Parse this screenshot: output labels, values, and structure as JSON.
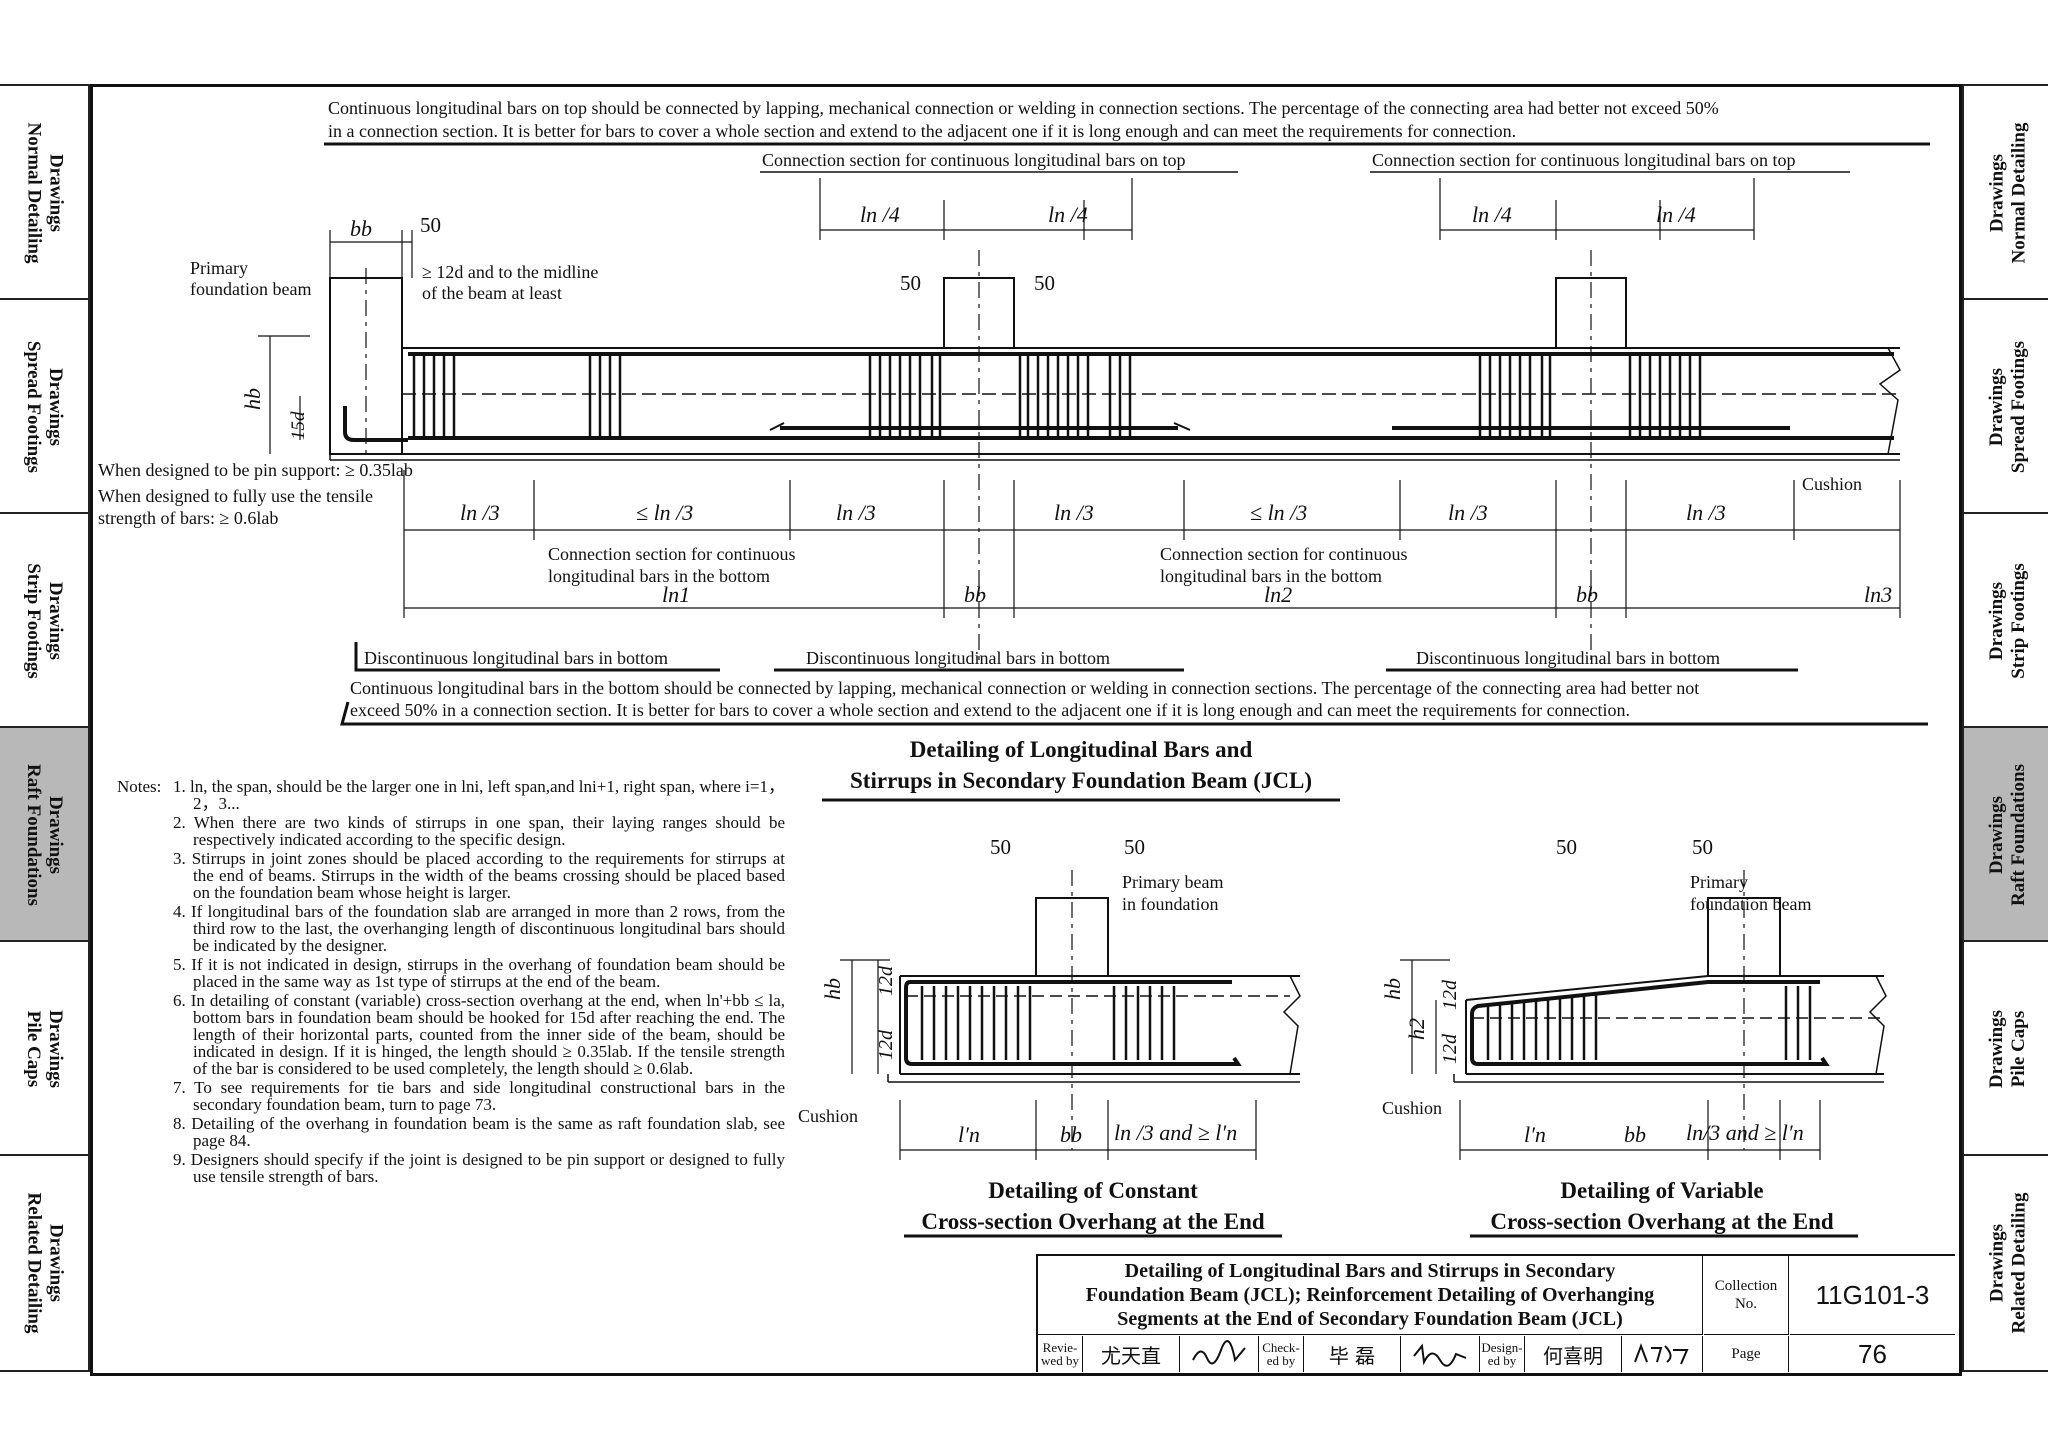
{
  "side_tabs": {
    "left": [
      {
        "line1": "Drawings",
        "line2": "Normal Detailing",
        "active": false
      },
      {
        "line1": "Drawings",
        "line2": "Spread Footings",
        "active": false
      },
      {
        "line1": "Drawings",
        "line2": "Strip Footings",
        "active": false
      },
      {
        "line1": "Drawings",
        "line2": "Raft Foundations",
        "active": true
      },
      {
        "line1": "Drawings",
        "line2": "Pile Caps",
        "active": false
      },
      {
        "line1": "Drawings",
        "line2": "Related Detailing",
        "active": false
      }
    ],
    "right": [
      {
        "line1": "Drawings",
        "line2": "Normal Detailing",
        "active": false
      },
      {
        "line1": "Drawings",
        "line2": "Spread Footings",
        "active": false
      },
      {
        "line1": "Drawings",
        "line2": "Strip Footings",
        "active": false
      },
      {
        "line1": "Drawings",
        "line2": "Raft Foundations",
        "active": true
      },
      {
        "line1": "Drawings",
        "line2": "Pile Caps",
        "active": false
      },
      {
        "line1": "Drawings",
        "line2": "Related Detailing",
        "active": false
      }
    ]
  },
  "main_detail": {
    "top_note_line1": "Continuous longitudinal bars on top should be connected by lapping, mechanical connection or welding in connection sections. The percentage of the connecting area had better not exceed 50%",
    "top_note_line2": "in a connection section. It is better for bars to cover a whole section and extend to the adjacent one if it is long enough and can meet the requirements for connection.",
    "top_connection_label": "Connection section for continuous longitudinal bars on top",
    "quarter_span": "ln /4",
    "third_span": "ln /3",
    "max_third_span": "≤ ln /3",
    "dim_50": "50",
    "bb": "bb",
    "hb": "hb",
    "d15": "15d",
    "primary_beam": [
      "Primary",
      "foundation beam"
    ],
    "anchor_note": [
      "≥ 12d and to the midline",
      "of the beam at least"
    ],
    "pin_support": "When designed to be pin support: ≥ 0.35lab",
    "fully_use": [
      "When designed to fully use the tensile",
      "strength of bars: ≥ 0.6lab"
    ],
    "cushion": "Cushion",
    "bottom_connection_label": [
      "Connection section for continuous",
      "longitudinal bars in the bottom"
    ],
    "ln1": "ln1",
    "ln2": "ln2",
    "ln3": "ln3",
    "discontinuous": "Discontinuous longitudinal bars in bottom",
    "bottom_note_line1": "Continuous longitudinal bars in the bottom should be connected by lapping, mechanical connection or welding in connection sections. The percentage of the connecting area had better not",
    "bottom_note_line2": "exceed 50% in a connection section. It is better for bars to cover a whole section and extend to the adjacent one if it is long enough and can meet the requirements for connection.",
    "title_line1": "Detailing of Longitudinal Bars and",
    "title_line2": "Stirrups in Secondary Foundation Beam (JCL)"
  },
  "notes": {
    "label": "Notes:",
    "items": [
      "1. ln, the span, should be the larger one in lni, left span,and lni+1, right span, where i=1，2，3...",
      "2. When there are two kinds of stirrups in one span, their laying ranges should be respectively indicated according to the specific design.",
      "3. Stirrups in joint zones should be placed according to the requirements for stirrups at the end of beams. Stirrups in the width of the beams crossing should be placed based on the foundation beam whose height is larger.",
      "4. If longitudinal bars of the foundation slab are arranged in more than 2 rows, from the third row to the last, the overhanging length of discontinuous longitudinal bars should be indicated by the designer.",
      "5. If it is not indicated in design, stirrups in the overhang of foundation beam should be placed in the same way as 1st type of stirrups at the end of the beam.",
      "6. In detailing of constant (variable) cross-section overhang at the end, when ln'+bb ≤ la, bottom bars in foundation beam should be hooked for 15d after reaching the end. The length of their horizontal parts, counted from the inner side of the beam, should be indicated in design. If it is hinged, the length should ≥ 0.35lab. If the tensile strength of the bar is considered to be used completely, the length should ≥ 0.6lab.",
      "7. To see requirements for tie bars and side longitudinal constructional bars in the secondary foundation beam, turn to page 73.",
      "8. Detailing of the overhang in foundation beam is the same as raft foundation slab, see page 84.",
      "9. Designers should specify if the joint is designed to be pin support or designed to fully use tensile strength of bars."
    ]
  },
  "constant_detail": {
    "dim_50": "50",
    "primary_beam": [
      "Primary beam",
      "in foundation"
    ],
    "hb": "hb",
    "d12": "12d",
    "cushion": "Cushion",
    "ln_prime": "l′n",
    "bb": "bb",
    "ln3_and": "ln /3 and ≥ l′n",
    "title_line1": "Detailing of Constant",
    "title_line2": "Cross-section Overhang at the End"
  },
  "variable_detail": {
    "dim_50": "50",
    "primary_beam": [
      "Primary",
      "foundation beam"
    ],
    "hb": "hb",
    "h2": "h2",
    "d12": "12d",
    "cushion": "Cushion",
    "ln_prime": "l′n",
    "bb": "bb",
    "ln3_and": "ln/3 and ≥ l′n",
    "title_line1": "Detailing of Variable",
    "title_line2": "Cross-section Overhang at the End"
  },
  "title_block": {
    "title_line1": "Detailing of Longitudinal Bars and Stirrups in Secondary",
    "title_line2": "Foundation Beam (JCL); Reinforcement Detailing of Overhanging",
    "title_line3": "Segments at the End of Secondary Foundation Beam (JCL)",
    "collection_label_1": "Collection",
    "collection_label_2": "No.",
    "collection_no": "11G101-3",
    "reviewed_label": "Revie-wed by",
    "reviewed_name": "尤天直",
    "checked_label": "Check-ed by",
    "checked_name": "毕  磊",
    "designed_label": "Design-ed by",
    "designed_name": "何喜明",
    "page_label": "Page",
    "page_no": "76"
  }
}
